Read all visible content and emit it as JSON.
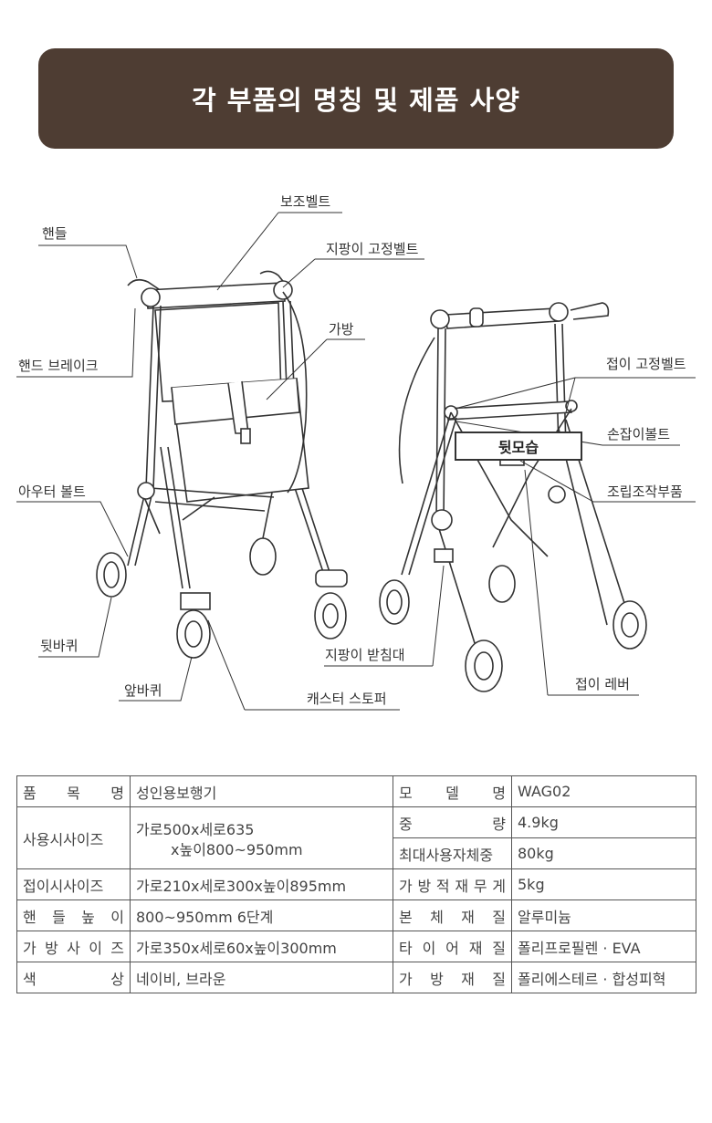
{
  "title": "각 부품의 명칭 및 제품 사양",
  "diagram": {
    "back_view_label": "뒷모습",
    "labels": {
      "handle": "핸들",
      "hand_brake": "핸드 브레이크",
      "assist_belt": "보조벨트",
      "cane_belt": "지팡이 고정벨트",
      "bag": "가방",
      "outer_bolt": "아우터 볼트",
      "rear_wheel": "뒷바퀴",
      "front_wheel": "앞바퀴",
      "caster_stopper": "캐스터 스토퍼",
      "fold_belt": "접이 고정벨트",
      "handle_bolt": "손잡이볼트",
      "assembly_part": "조립조작부품",
      "cane_holder": "지팡이 받침대",
      "fold_lever": "접이 레버"
    }
  },
  "spec": {
    "product_name_label": "품 목 명",
    "product_name": "성인용보행기",
    "model_label": "모 델 명",
    "model": "WAG02",
    "size_label": "사용시사이즈",
    "size_line1": "가로500x세로635",
    "size_line2": "x높이800~950mm",
    "weight_label": "중 량",
    "weight": "4.9kg",
    "max_user_weight_label": "최대사용자체중",
    "max_user_weight": "80kg",
    "folded_size_label": "접이시사이즈",
    "folded_size": "가로210x세로300x높이895mm",
    "bag_load_label": "가 방 적 재 무 게",
    "bag_load": "5kg",
    "handle_height_label": "핸 들 높 이",
    "handle_height": "800~950mm 6단계",
    "body_material_label": "본 체 재 질",
    "body_material": "알루미늄",
    "bag_size_label": "가 방 사 이 즈",
    "bag_size": "가로350x세로60x높이300mm",
    "tire_material_label": "타 이 어 재 질",
    "tire_material": "폴리프로필렌 · EVA",
    "color_label": "색 상",
    "color": "네이비, 브라운",
    "bag_material_label": "가 방 재 질",
    "bag_material": "폴리에스테르 · 합성피혁"
  }
}
